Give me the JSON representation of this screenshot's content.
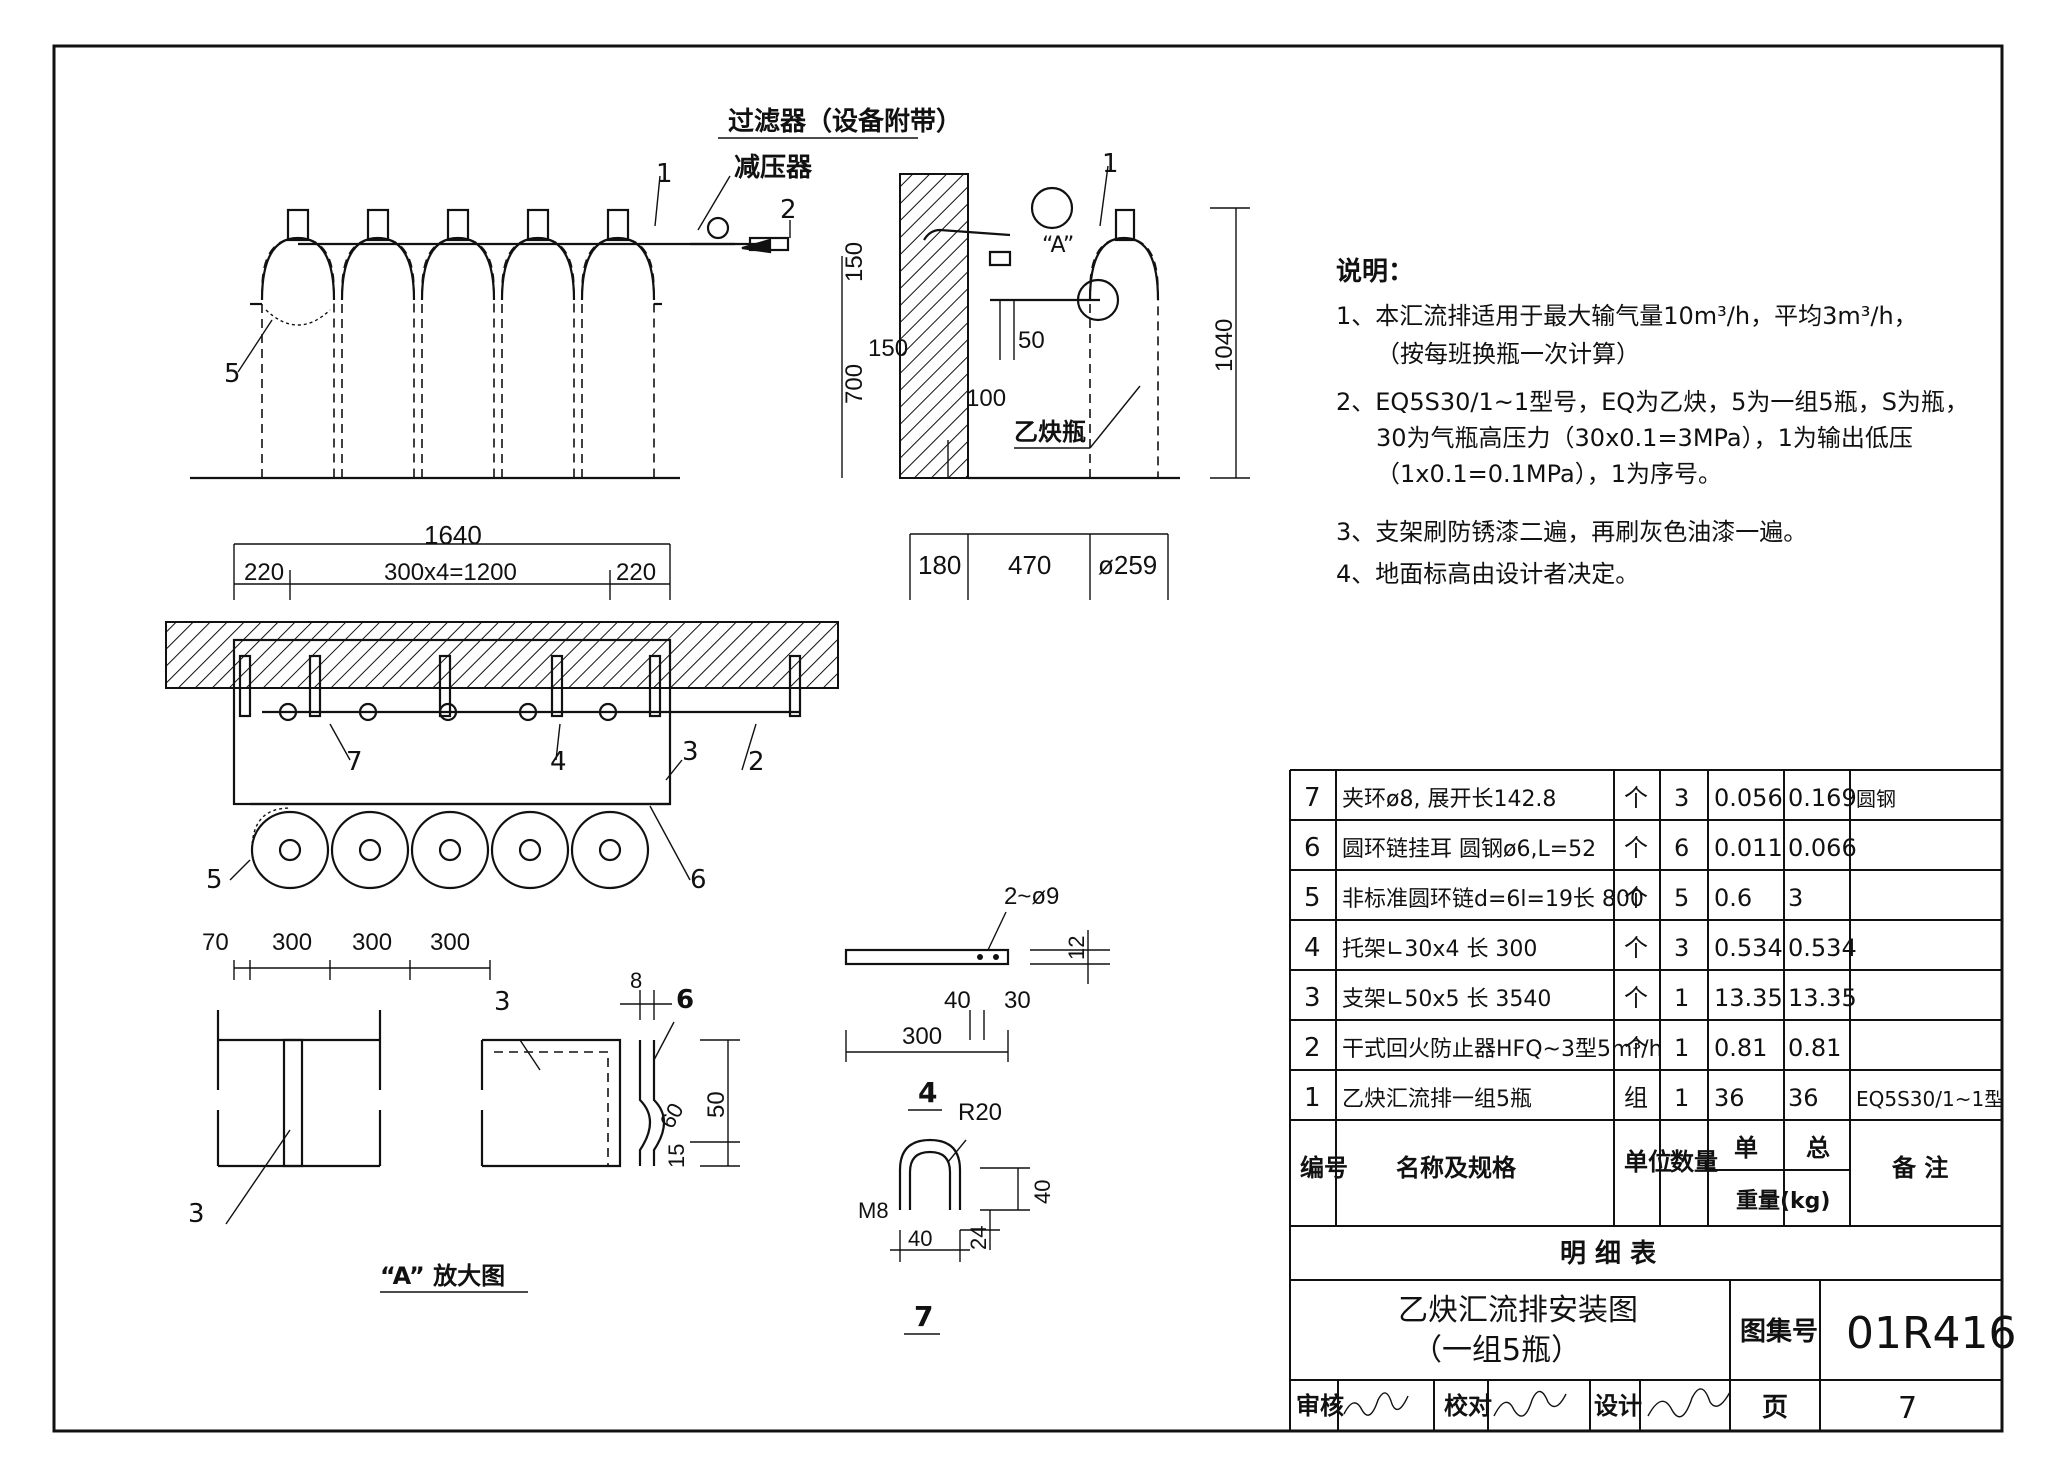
{
  "labels": {
    "filter": "过滤器（设备附带）",
    "regulator": "减压器",
    "cylinder": "乙炔瓶",
    "detail_a_callout": "“A”",
    "detail_a_title": "“A” 放大图",
    "section_4": "4",
    "section_7": "7",
    "bolt": "M8",
    "radius": "R20",
    "holes": "2~ø9"
  },
  "callouts": [
    "1",
    "2",
    "3",
    "4",
    "5",
    "6",
    "7"
  ],
  "dims": {
    "overall": "1640",
    "left_end": "220",
    "middle": "300x4=1200",
    "right_end": "220",
    "d150a": "150",
    "d150b": "150",
    "d700": "700",
    "d50": "50",
    "d100": "100",
    "d1040": "1040",
    "d180": "180",
    "d470": "470",
    "dia259": "ø259",
    "d70": "70",
    "d300a": "300",
    "d300b": "300",
    "d300c": "300",
    "d8": "8",
    "d50b": "50",
    "d15": "15",
    "d60": "60",
    "d12": "12",
    "d40a": "40",
    "d30": "30",
    "d300d": "300",
    "d40b": "40",
    "d24": "24",
    "d40c": "40"
  },
  "notes": {
    "title": "说明：",
    "items": [
      "1、本汇流排适用于最大输气量10m³/h，平均3m³/h，",
      "（按每班换瓶一次计算）",
      "2、EQ5S30/1~1型号，EQ为乙炔，5为一组5瓶，S为瓶，",
      "30为气瓶高压力（30x0.1=3MPa），1为输出低压",
      "（1x0.1=0.1MPa），1为序号。",
      "3、支架刷防锈漆二遍，再刷灰色油漆一遍。",
      "4、地面标高由设计者决定。"
    ]
  },
  "bom": {
    "rows": [
      {
        "no": "7",
        "name": "夹环ø8, 展开长142.8",
        "unit": "个",
        "qty": "3",
        "unit_wt": "0.056",
        "total_wt": "0.169",
        "remark": "圆钢"
      },
      {
        "no": "6",
        "name": "圆环链挂耳 圆钢ø6,L=52",
        "unit": "个",
        "qty": "6",
        "unit_wt": "0.011",
        "total_wt": "0.066",
        "remark": ""
      },
      {
        "no": "5",
        "name": "非标准圆环链d=6l=19长 800",
        "unit": "个",
        "qty": "5",
        "unit_wt": "0.6",
        "total_wt": "3",
        "remark": ""
      },
      {
        "no": "4",
        "name": "托架∟30x4 长 300",
        "unit": "个",
        "qty": "3",
        "unit_wt": "0.534",
        "total_wt": "0.534",
        "remark": ""
      },
      {
        "no": "3",
        "name": "支架∟50x5 长 3540",
        "unit": "个",
        "qty": "1",
        "unit_wt": "13.35",
        "total_wt": "13.35",
        "remark": ""
      },
      {
        "no": "2",
        "name": "干式回火防止器HFQ~3型5m³/h",
        "unit": "个",
        "qty": "1",
        "unit_wt": "0.81",
        "total_wt": "0.81",
        "remark": ""
      },
      {
        "no": "1",
        "name": "乙炔汇流排一组5瓶",
        "unit": "组",
        "qty": "1",
        "unit_wt": "36",
        "total_wt": "36",
        "remark": "EQ5S30/1~1型"
      }
    ],
    "header": {
      "no": "编号",
      "name": "名称及规格",
      "unit": "单位",
      "qty": "数量",
      "unit_wt": "单",
      "total_wt": "总",
      "weight": "重量(kg)",
      "remark": "备 注"
    },
    "caption": "明 细 表"
  },
  "title_block": {
    "title_line1": "乙炔汇流排安装图",
    "title_line2": "（一组5瓶）",
    "atlas_label": "图集号",
    "atlas_no": "01R416",
    "review": "审核",
    "check": "校对",
    "design": "设计",
    "page_label": "页",
    "page_no": "7"
  }
}
